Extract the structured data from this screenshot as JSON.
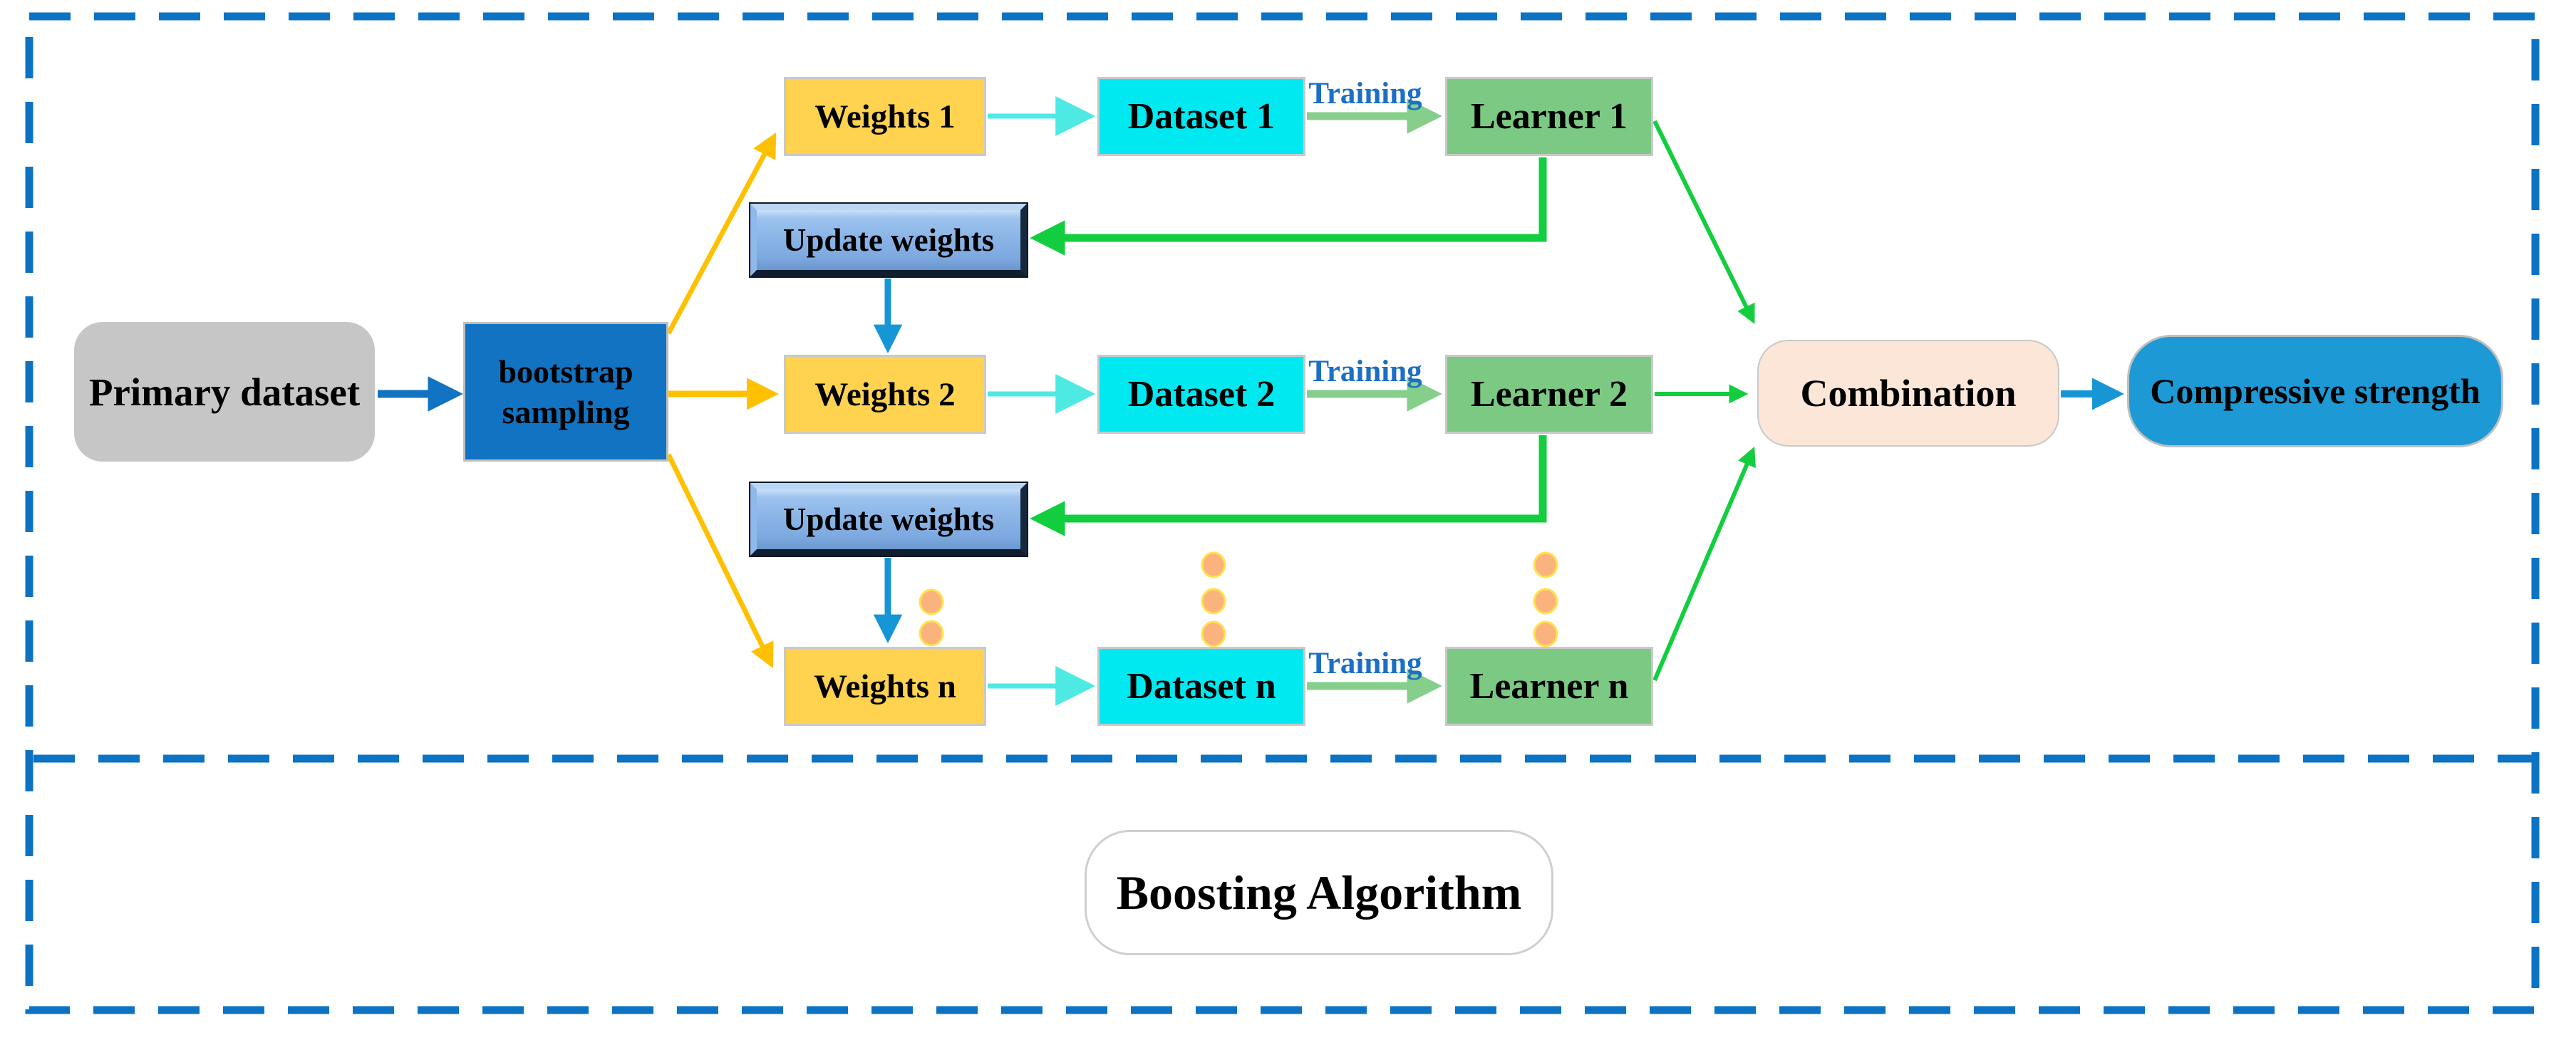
{
  "title": "Boosting Algorithm",
  "nodes": {
    "primary_dataset": "Primary dataset",
    "bootstrap_sampling": "bootstrap sampling",
    "update_weights": "Update weights",
    "combination": "Combination",
    "compressive_strength": "Compressive strength",
    "boosting_algorithm": "Boosting Algorithm"
  },
  "rows": [
    {
      "weights": "Weights 1",
      "dataset": "Dataset 1",
      "learner": "Learner 1",
      "training": "Training"
    },
    {
      "weights": "Weights 2",
      "dataset": "Dataset 2",
      "learner": "Learner 2",
      "training": "Training"
    },
    {
      "weights": "Weights n",
      "dataset": "Dataset n",
      "learner": "Learner n",
      "training": "Training"
    }
  ],
  "colors": {
    "border_blue": "#0C73C4",
    "primary_gray": "#C6C6C6",
    "bootstrap_blue": "#1173C2",
    "weights_yellow": "#FFD24F",
    "dataset_cyan": "#00E9F0",
    "learner_green": "#7CC983",
    "update_weights_blue": "#8AB4E6",
    "combination_peach": "#FBE6D7",
    "compressive_strength_blue": "#1D99D5",
    "arrow_yellow": "#FFC000",
    "arrow_green": "#12CE3F",
    "arrow_cyan": "#4FE9E3",
    "arrow_training_green": "#85CF8B",
    "arrow_sky_blue": "#1796D6",
    "arrow_dark_blue": "#1173C2",
    "training_text_blue": "#1B6FC4",
    "dots_orange": "#FBB37E",
    "dots_outline_yellow": "#FFE34D"
  }
}
